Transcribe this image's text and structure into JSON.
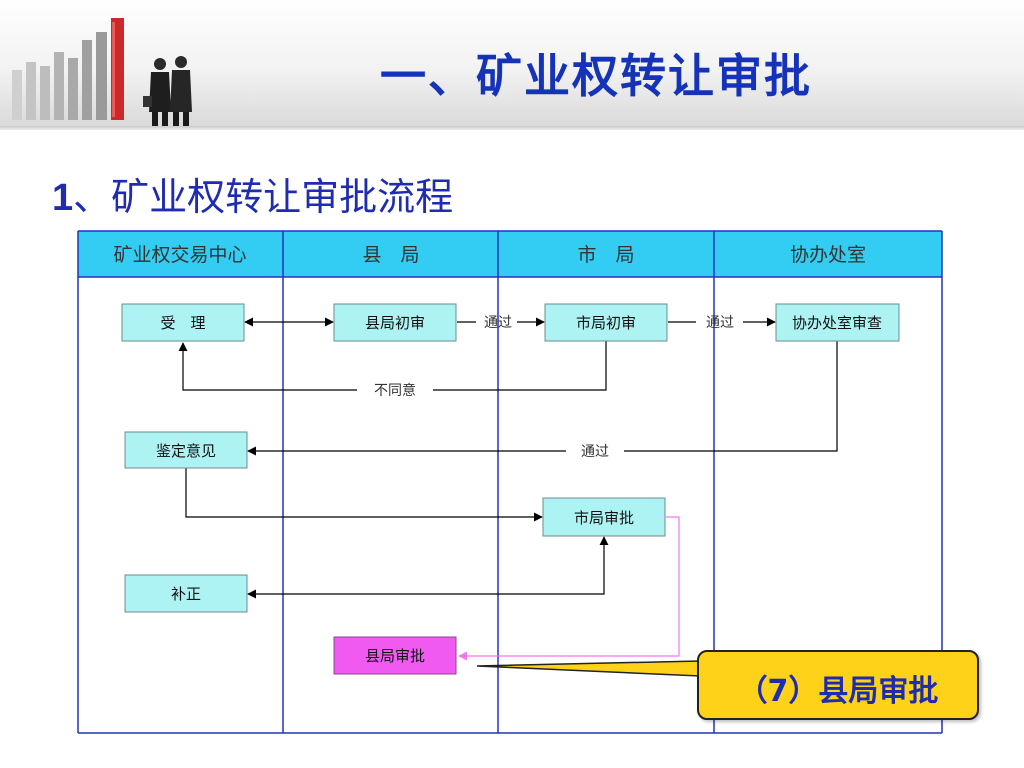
{
  "header": {
    "title": "一、矿业权转让审批"
  },
  "section": {
    "number": "1",
    "separator": "、",
    "title": "矿业权转让审批流程"
  },
  "lanes": [
    "矿业权交易中心",
    "县　局",
    "市　局",
    "协办处室"
  ],
  "nodes": {
    "accept": "受　理",
    "county_initial": "县局初审",
    "city_initial": "市局初审",
    "assist_review": "协办处室审查",
    "appraisal": "鉴定意见",
    "city_approval": "市局审批",
    "supplement": "补正",
    "county_approval": "县局审批"
  },
  "edge_labels": {
    "pass_1": "通过",
    "pass_2": "通过",
    "disagree": "不同意",
    "pass_3": "通过"
  },
  "callout": {
    "text": "（7）县局审批"
  },
  "colors": {
    "title_blue": "#1533b8",
    "lane_header_cyan": "#33ccf2",
    "lane_border_blue": "#2233bb",
    "node_fill": "#aef3f3",
    "node_highlight": "#f05af0",
    "callout_fill": "#ffd21a",
    "pink_connector": "#f078f0"
  }
}
